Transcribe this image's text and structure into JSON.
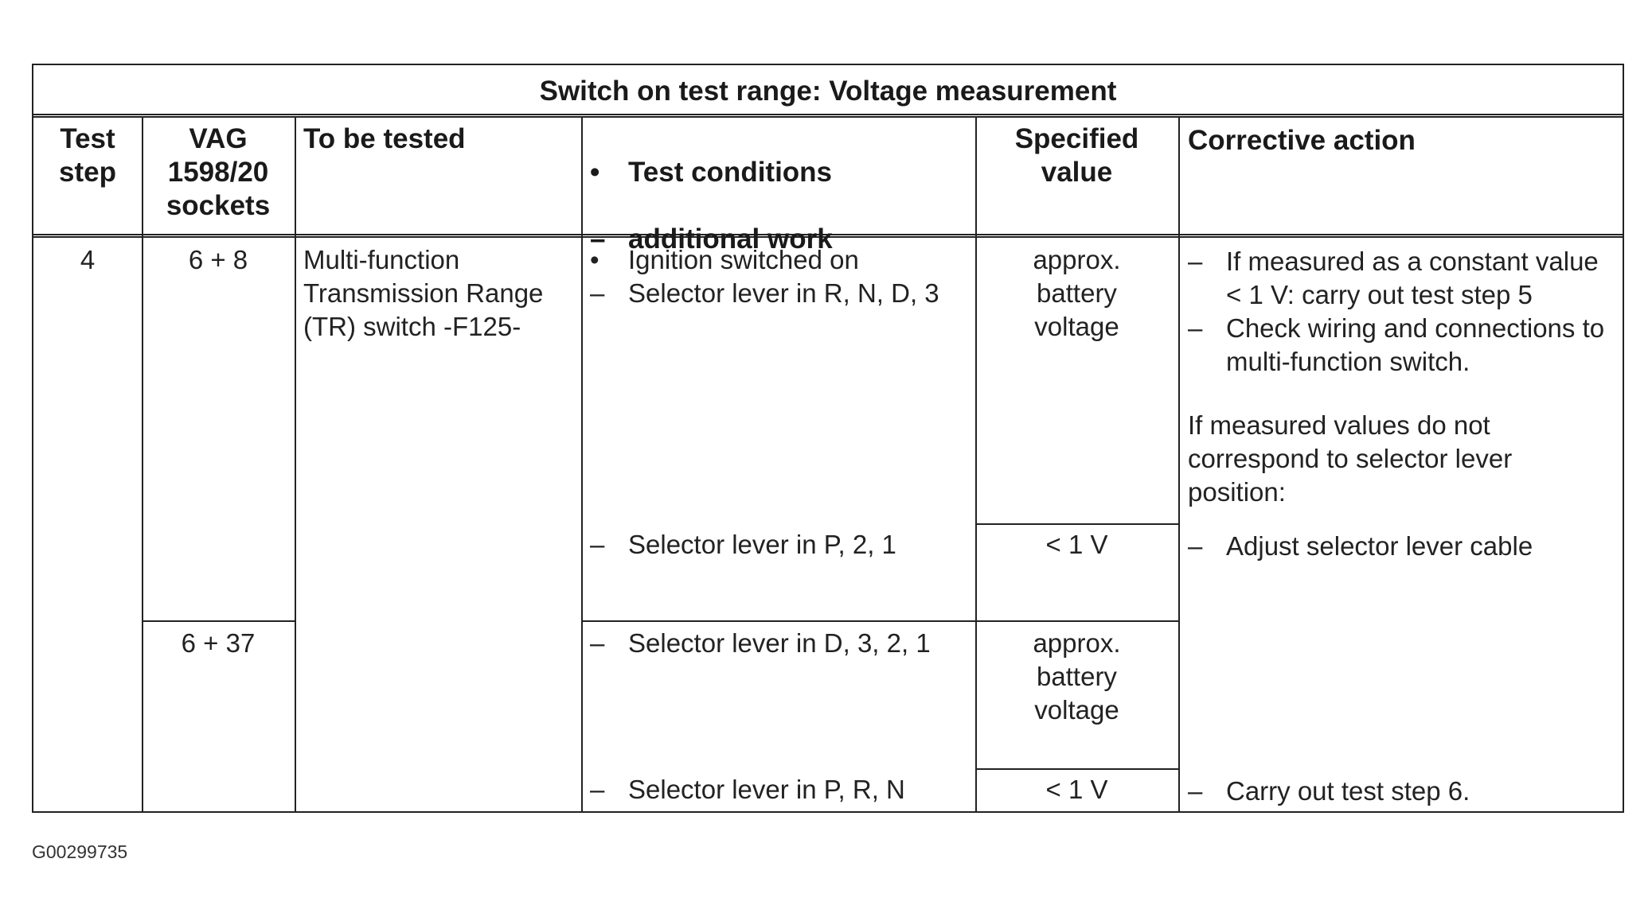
{
  "table": {
    "title": "Switch on test range: Voltage measurement",
    "headers": {
      "test_step": "Test\nstep",
      "vag_sockets": "VAG\n1598/20\nsockets",
      "to_be_tested": "To be tested",
      "test_conditions_1": "Test conditions",
      "test_conditions_2": "additional work",
      "specified_value": "Specified\nvalue",
      "corrective_action": "Corrective action"
    },
    "bullet_mark": "•",
    "dash_mark": "–",
    "row": {
      "test_step": "4",
      "sockets_a": "6 + 8",
      "sockets_b": "6 + 37",
      "to_be_tested": "Multi-function Transmission Range (TR) switch -F125-",
      "cond_1": "Ignition switched on",
      "cond_2": "Selector lever in R, N, D, 3",
      "cond_3": "Selector lever in P, 2, 1",
      "cond_4": "Selector lever in D, 3, 2, 1",
      "cond_5": "Selector lever in P, R, N",
      "spec_1": "approx. battery voltage",
      "spec_2": "< 1 V",
      "spec_3": "approx. battery voltage",
      "spec_4": "< 1 V",
      "action_1": "If measured as a constant value < 1 V: carry out test step 5",
      "action_2": "Check wiring and connections to multi-function switch.",
      "action_note": "If measured values do not correspond to selector lever position:",
      "action_3": "Adjust selector lever cable",
      "action_4": "Carry out test step 6."
    }
  },
  "figure_code": "G00299735"
}
